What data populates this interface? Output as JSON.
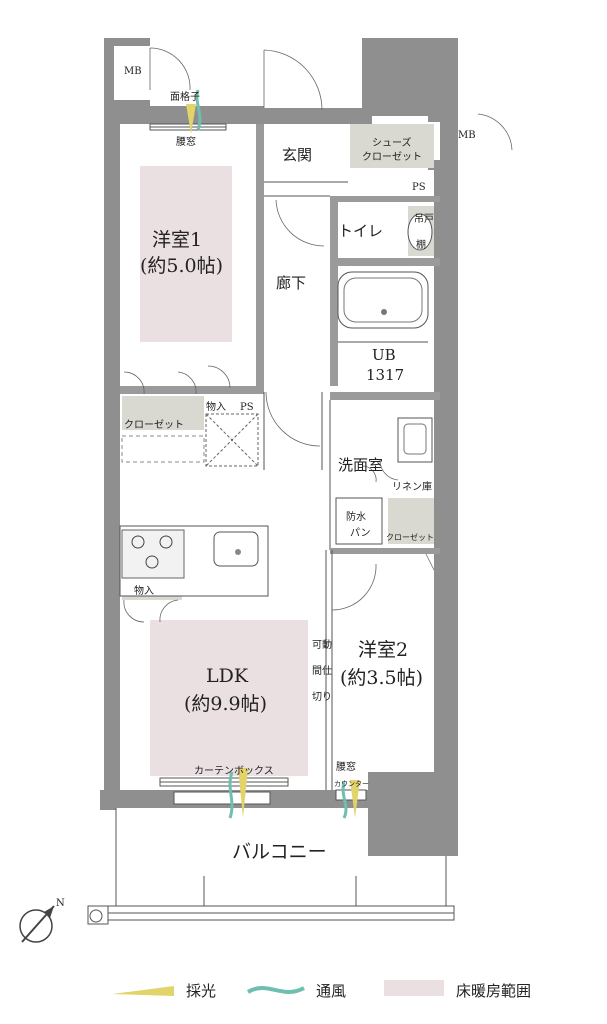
{
  "rooms": {
    "western1_name": "洋室1",
    "western1_size": "(約5.0帖)",
    "western2_name": "洋室2",
    "western2_size": "(約3.5帖)",
    "ldk_name": "LDK",
    "ldk_size": "(約9.9帖)",
    "entrance": "玄関",
    "corridor": "廊下",
    "toilet": "トイレ",
    "washroom": "洗面室",
    "ub_line1": "UB",
    "ub_line2": "1317",
    "balcony": "バルコニー"
  },
  "labels": {
    "mb": "MB",
    "lattice": "面格子",
    "waist_window": "腰窓",
    "shoe_closet_1": "シューズ",
    "shoe_closet_2": "クローゼット",
    "ps": "PS",
    "hanging_shelf_1": "吊戸",
    "hanging_shelf_2": "棚",
    "storage": "物入",
    "closet": "クローゼット",
    "linen": "リネン庫",
    "waterproof_pan_1": "防水",
    "waterproof_pan_2": "パン",
    "partition_1": "可動",
    "partition_2": "間仕",
    "partition_3": "切り",
    "curtain_box": "カーテンボックス",
    "counter": "カウンター"
  },
  "legend": {
    "daylight": "採光",
    "ventilation": "通風",
    "floor_heating": "床暖房範囲"
  },
  "colors": {
    "wall": "#8f8f8f",
    "floor_heating": "#eadfe1",
    "daylight": "#e2d36b",
    "ventilation": "#6fbfb0"
  },
  "compass_label": "N"
}
